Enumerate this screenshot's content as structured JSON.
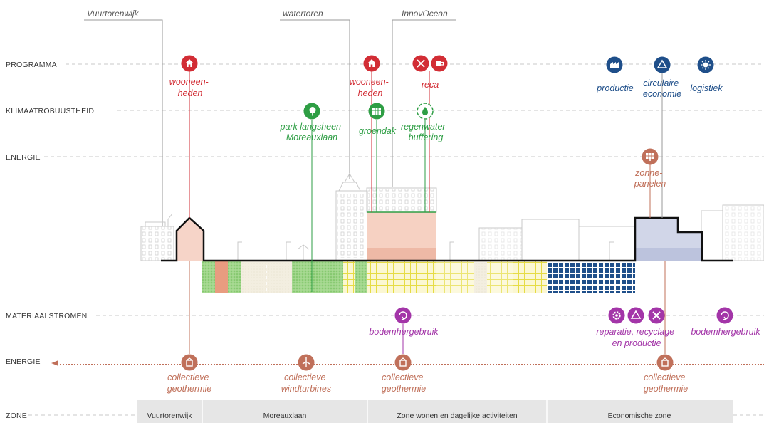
{
  "row_labels": {
    "programma": "PROGRAMMA",
    "klimaat": "KLIMAATROBUUSTHEID",
    "energie_top": "ENERGIE",
    "materiaal": "MATERIAALSTROMEN",
    "energie_bottom": "ENERGIE",
    "zone": "ZONE"
  },
  "landmarks": {
    "vuurtorenwijk": "Vuurtorenwijk",
    "watertoren": "watertoren",
    "innovocean": "InnovOcean"
  },
  "programma": {
    "wonen1": [
      "wooneen-",
      "heden"
    ],
    "wonen2": [
      "wooneen-",
      "heden"
    ],
    "reca": [
      "reca"
    ],
    "productie": [
      "productie"
    ],
    "circulaire": [
      "circulaire",
      "economie"
    ],
    "logistiek": [
      "logistiek"
    ]
  },
  "klimaat": {
    "park": [
      "park langsheen",
      "Moreauxlaan"
    ],
    "groendak": [
      "groendak"
    ],
    "regenwater": [
      "regenwater-",
      "buffering"
    ]
  },
  "energie_top": {
    "zonnepanelen": [
      "zonne-",
      "panelen"
    ]
  },
  "materiaal": {
    "bodem1": [
      "bodemhergebruik"
    ],
    "reparatie": [
      "reparatie, recyclage",
      "en productie"
    ],
    "bodem2": [
      "bodemhergebruik"
    ]
  },
  "energie_bottom": {
    "geo1": [
      "collectieve",
      "geothermie"
    ],
    "wind": [
      "collectieve",
      "windturbines"
    ],
    "geo2": [
      "collectieve",
      "geothermie"
    ],
    "geo3": [
      "collectieve",
      "geothermie"
    ]
  },
  "zones": [
    "Vuurtorenwijk",
    "Moreauxlaan",
    "Zone wonen en dagelijke activiteiten",
    "Economische zone"
  ],
  "icons": {
    "wonen1": "house-icon",
    "wonen2": "house-icon",
    "reca1": "cutlery-icon",
    "reca2": "coffee-cup-icon",
    "productie": "factory-icon",
    "circulaire": "recycle-icon",
    "logistiek": "logistics-icon",
    "park": "tree-icon",
    "groendak": "green-roof-icon",
    "regenwater": "water-drop-icon",
    "zonnepanelen": "solar-panel-icon",
    "bodem1": "soil-cycle-icon",
    "reparatie1": "gear-icon",
    "reparatie2": "recycle-icon",
    "reparatie3": "tools-icon",
    "bodem2": "soil-cycle-icon",
    "geo1": "geothermal-icon",
    "wind": "wind-turbine-icon",
    "geo2": "geothermal-icon",
    "geo3": "geothermal-icon"
  },
  "colors": {
    "programma_red": "#d22d35",
    "klimaat_green": "#2e9e44",
    "energie_brown": "#c0705a",
    "materiaal_purple": "#a335a8",
    "economie_blue": "#1f4f8a"
  }
}
